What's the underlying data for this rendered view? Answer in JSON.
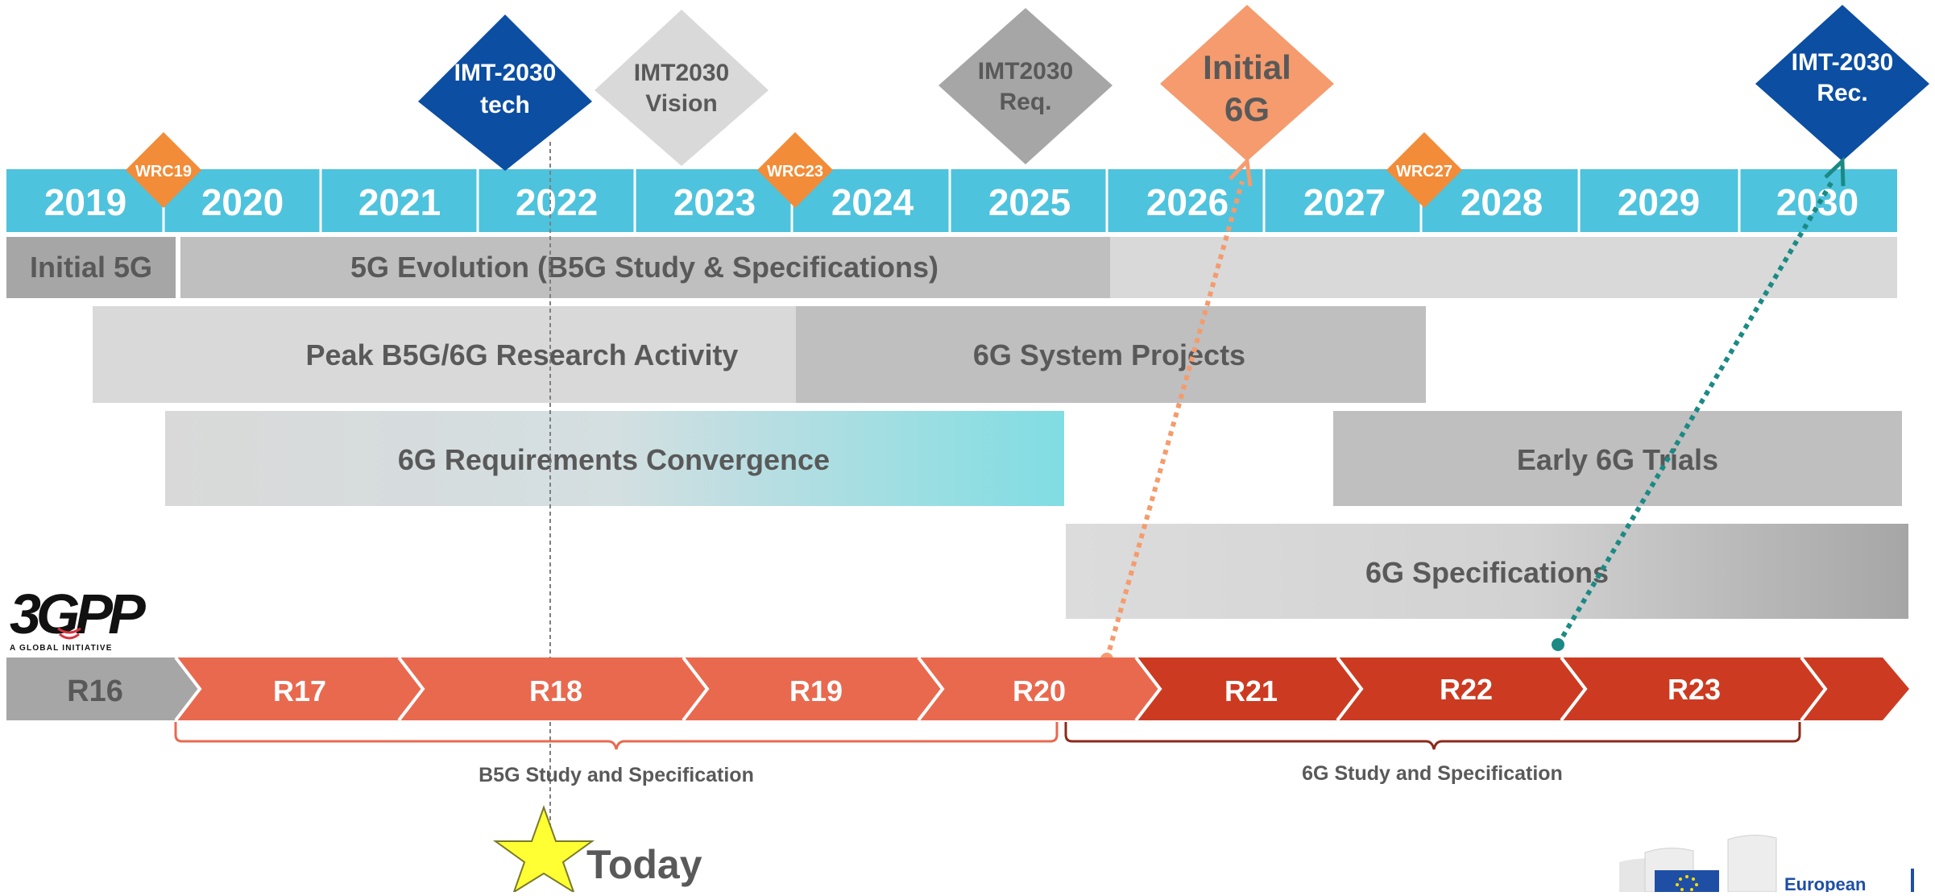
{
  "years": [
    "2019",
    "2020",
    "2021",
    "2022",
    "2023",
    "2024",
    "2025",
    "2026",
    "2027",
    "2028",
    "2029",
    "2030"
  ],
  "wrc": [
    "WRC19",
    "WRC23",
    "WRC27"
  ],
  "milestones": {
    "imt_tech": [
      "IMT-2030",
      "tech"
    ],
    "imt_vision": [
      "IMT2030",
      "Vision"
    ],
    "imt_req": [
      "IMT2030",
      "Req."
    ],
    "initial_6g": [
      "Initial",
      "6G"
    ],
    "imt_rec": [
      "IMT-2030",
      "Rec."
    ]
  },
  "bars": {
    "initial_5g": "Initial 5G",
    "evolution": "5G Evolution (B5G Study & Specifications)",
    "research": "Peak B5G/6G Research Activity",
    "system_projects": "6G System Projects",
    "requirements": "6G Requirements Convergence",
    "early_trials": "Early 6G Trials",
    "specifications": "6G Specifications"
  },
  "logo": {
    "name": "3GPP",
    "tagline": "A GLOBAL INITIATIVE"
  },
  "releases": [
    "R16",
    "R17",
    "R18",
    "R19",
    "R20",
    "R21",
    "R22",
    "R23"
  ],
  "braces": {
    "b5g": "B5G Study and Specification",
    "g6": "6G Study and Specification"
  },
  "today": "Today",
  "eu_logo_text": "European",
  "colors": {
    "year_band": "#4ec3dd",
    "gray_light": "#d9d9d9",
    "gray_mid": "#bfbfbf",
    "gray_dark": "#a6a6a6",
    "navy": "#0b4ea2",
    "orange": "#f28c38",
    "salmon": "#f59b6d",
    "release_light": "#e9694f",
    "release_dark": "#cc3b21",
    "teal_dots": "#1b8a85",
    "star": "#ffff33"
  }
}
